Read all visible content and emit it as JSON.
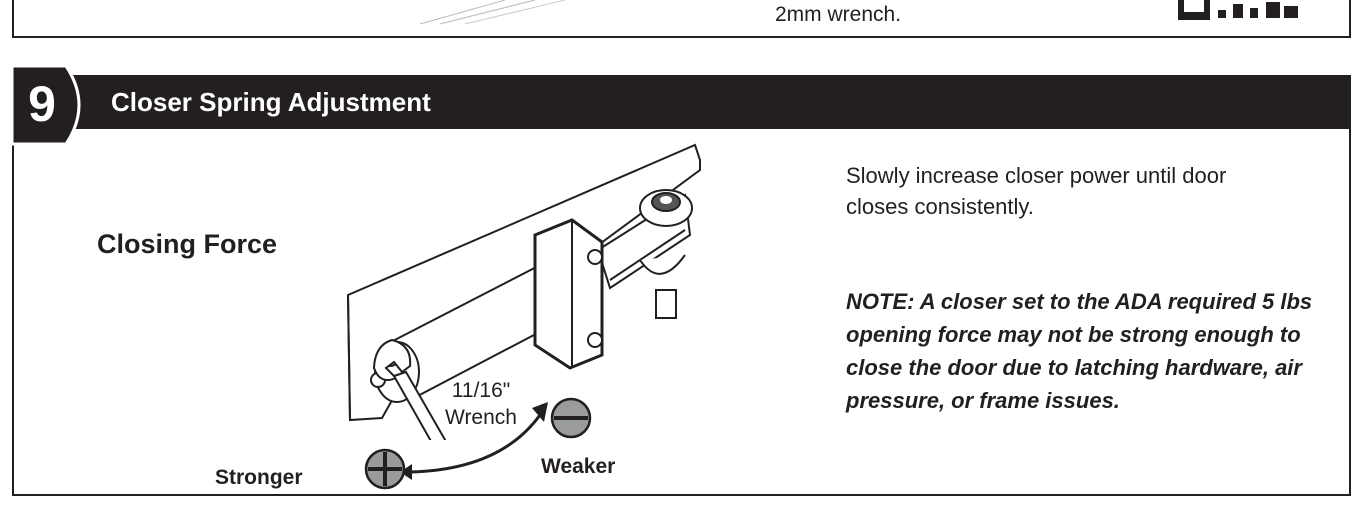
{
  "previous_step": {
    "text": "2mm wrench."
  },
  "step": {
    "number": "9",
    "title": "Closer Spring Adjustment"
  },
  "diagram": {
    "heading": "Closing Force",
    "wrench_line1": "11/16\"",
    "wrench_line2": "Wrench",
    "stronger_label": "Stronger",
    "weaker_label": "Weaker",
    "icons": [
      "plus-icon",
      "minus-icon",
      "curved-arrow-icon"
    ]
  },
  "instructions": {
    "intro": "Slowly increase closer power until door closes consistently.",
    "note": "NOTE: A closer set to the ADA required 5 lbs opening force may not be strong enough to close the door due to latching hardware, air pressure, or frame issues."
  },
  "colors": {
    "header_bg": "#231f20",
    "header_text": "#ffffff",
    "icon_fill": "#9a9b9d"
  }
}
